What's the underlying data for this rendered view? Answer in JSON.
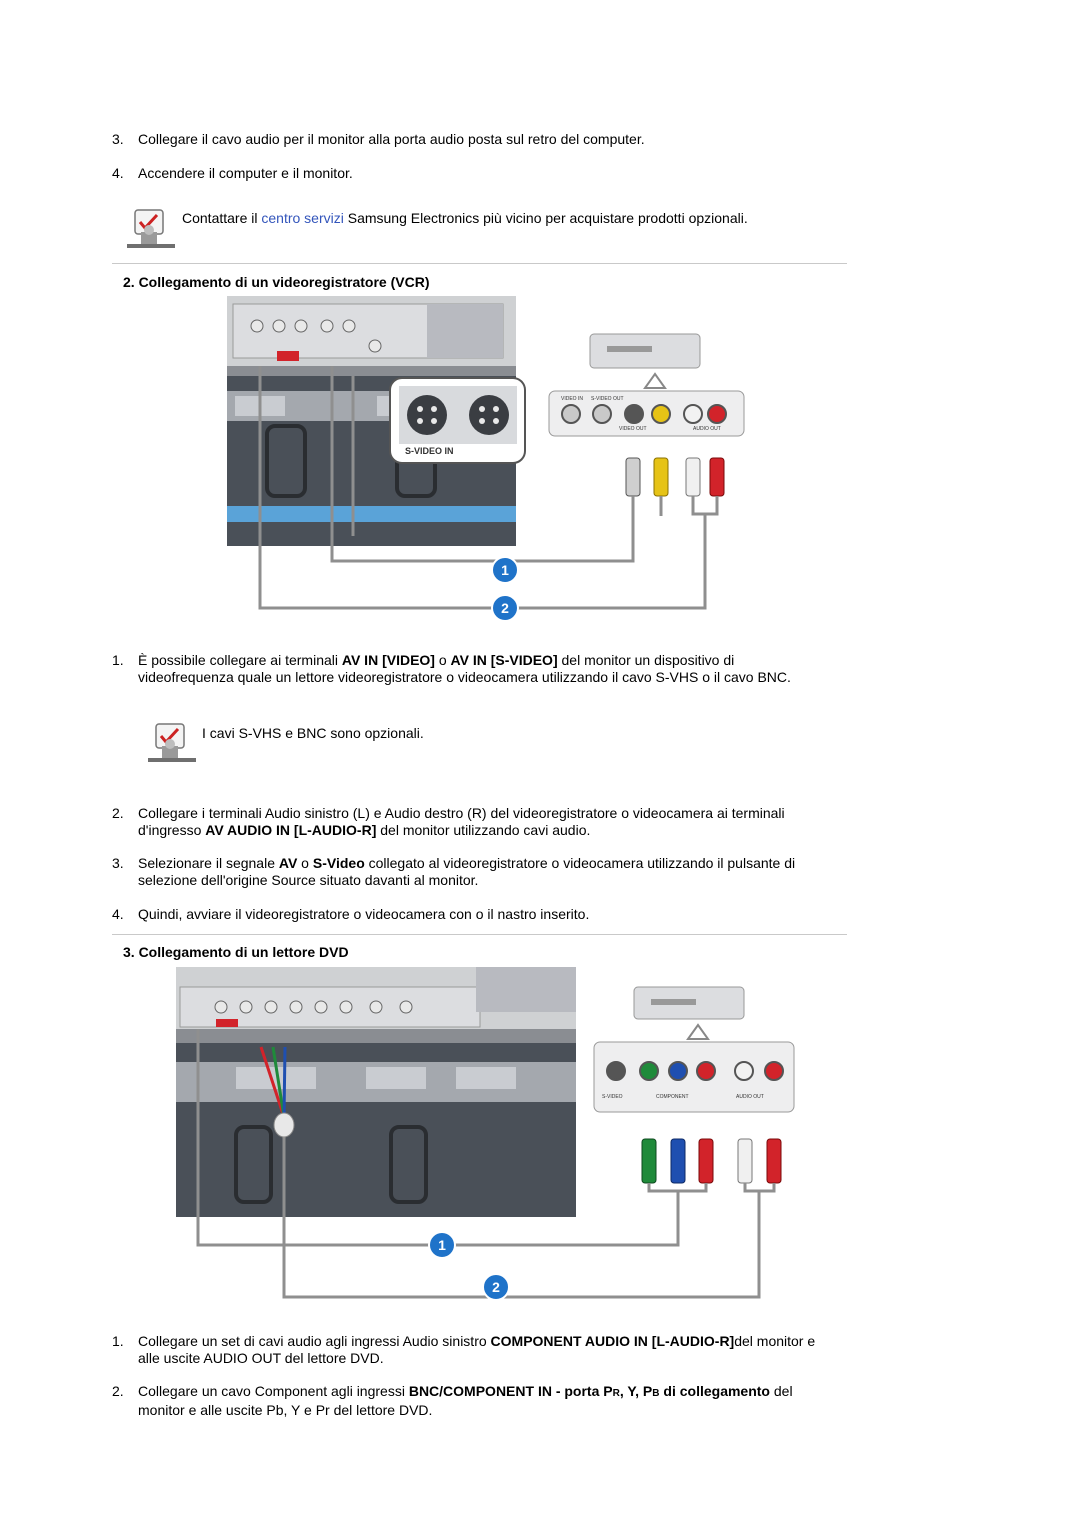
{
  "intro_steps": [
    {
      "num": "3.",
      "text": "Collegare il cavo audio per il monitor alla porta audio posta sul retro del computer."
    },
    {
      "num": "4.",
      "text": "Accendere il computer e il monitor."
    }
  ],
  "note1": {
    "before": "Contattare il ",
    "link": "centro servizi",
    "after": " Samsung Electronics più vicino per acquistare prodotti opzionali."
  },
  "section2": {
    "title": "2. Collegamento di un videoregistratore (VCR)",
    "diagram": {
      "inset_label": "S-VIDEO IN",
      "vcr_ports": [
        "VIDEO IN",
        "S-VIDEO OUT",
        "VIDEO OUT",
        "AUDIO OUT"
      ],
      "badges": [
        "1",
        "2"
      ]
    },
    "steps": [
      {
        "num": "1.",
        "t1": "È possibile collegare ai terminali ",
        "b1": "AV IN [VIDEO]",
        "t2": " o ",
        "b2": "AV IN [S-VIDEO]",
        "t3": " del monitor un dispositivo di videofrequenza quale un lettore videoregistratore o videocamera utilizzando il cavo S-VHS o il cavo BNC."
      },
      {
        "num": "2.",
        "t1": "Collegare i terminali Audio sinistro (L) e Audio destro (R) del videoregistratore o videocamera ai terminali d'ingresso ",
        "b1": "AV AUDIO IN [L-AUDIO-R]",
        "t2": " del monitor utilizzando cavi audio."
      },
      {
        "num": "3.",
        "t1": "Selezionare il segnale ",
        "b1": "AV",
        "t2": " o ",
        "b2": "S-Video",
        "t3": " collegato al videoregistratore o videocamera utilizzando il pulsante di selezione dell'origine Source situato davanti al monitor."
      },
      {
        "num": "4.",
        "t1": "Quindi, avviare il videoregistratore o videocamera con o il nastro inserito."
      }
    ],
    "note": "I cavi S-VHS e BNC sono opzionali."
  },
  "section3": {
    "title": "3. Collegamento di un lettore DVD",
    "diagram": {
      "dvd_ports": [
        "S-VIDEO",
        "COMPONENT",
        "AUDIO OUT"
      ],
      "badges": [
        "1",
        "2"
      ]
    },
    "steps": [
      {
        "num": "1.",
        "t1": "Collegare un set di cavi audio agli ingressi Audio sinistro ",
        "b1": "COMPONENT AUDIO IN [L-AUDIO-R]",
        "t2": "del monitor e alle uscite AUDIO OUT del lettore DVD."
      },
      {
        "num": "2.",
        "t1": "Collegare un cavo Component agli ingressi ",
        "b1": "BNC/COMPONENT IN - porta P",
        "sc1": "R",
        "b2": ", Y, P",
        "sc2": "B",
        "b3": " di collegamento",
        "t2": " del monitor e alle uscite Pb, Y e Pr del lettore DVD."
      }
    ]
  },
  "colors": {
    "link": "#3355bb",
    "separator": "#c9c9c9",
    "panel": "#4a5058",
    "badge": "#1f73c9"
  }
}
